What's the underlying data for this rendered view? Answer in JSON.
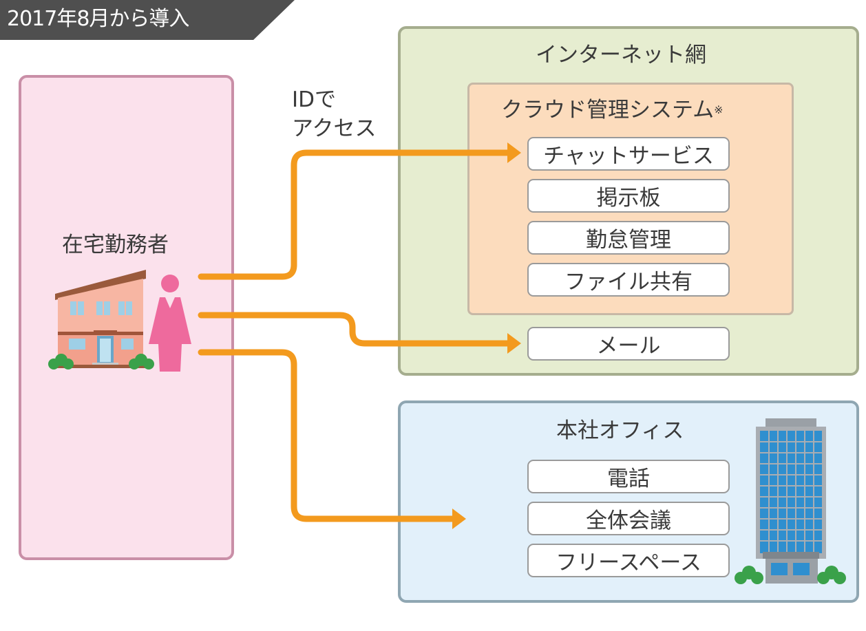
{
  "banner": {
    "text": "2017年8月から導入"
  },
  "home": {
    "title": "在宅勤務者"
  },
  "access_label": {
    "line1": "IDで",
    "line2": "アクセス"
  },
  "internet": {
    "title": "インターネット網"
  },
  "cloud": {
    "title": "クラウド管理システム",
    "note_mark": "※",
    "items": [
      "チャットサービス",
      "掲示板",
      "勤怠管理",
      "ファイル共有"
    ]
  },
  "mail": {
    "label": "メール"
  },
  "office": {
    "title": "本社オフィス",
    "items": [
      "電話",
      "全体会議",
      "フリースペース"
    ]
  },
  "colors": {
    "arrow": "#f39a1e",
    "home_bg": "#fbe1ec",
    "internet_bg": "#e6edd0",
    "cloud_bg": "#fcdcbd",
    "office_bg": "#e2f0fa",
    "banner_bg": "#4f4f4f",
    "person": "#ee6a9d"
  }
}
